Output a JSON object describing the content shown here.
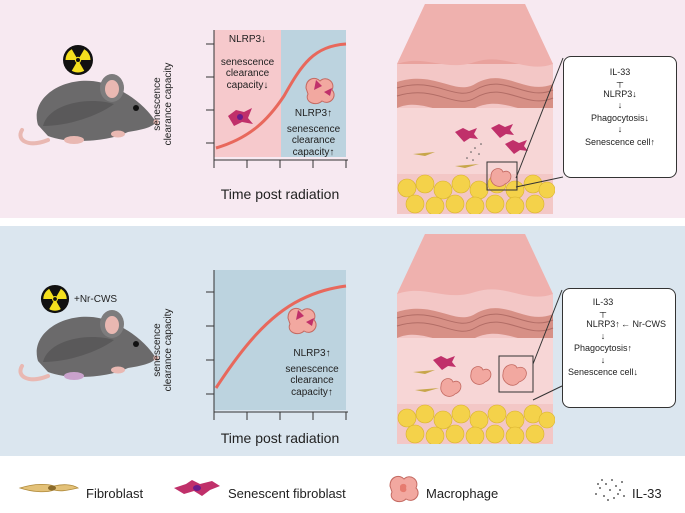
{
  "top_panel": {
    "radiation_icon": "radiation-symbol-icon",
    "chart": {
      "ylabel_line1": "senescence",
      "ylabel_line2": "clearance capacity",
      "xlabel": "Time post radiation",
      "shaded_left_text": {
        "line1": "NLRP3↓",
        "line2": "senescence",
        "line3": "clearance",
        "line4": "capacity↓"
      },
      "shaded_right_text": {
        "line1": "NLRP3↑",
        "line2": "senescence",
        "line3": "clearance",
        "line4": "capacity↑"
      }
    },
    "pathway": [
      "IL-33",
      "NLRP3↓",
      "Phagocytosis↓",
      "Senescence cell↑"
    ]
  },
  "bottom_panel": {
    "treatment_label": "+Nr-CWS",
    "chart": {
      "ylabel_line1": "senescence",
      "ylabel_line2": "clearance capacity",
      "xlabel": "Time post radiation",
      "shaded_text": {
        "line1": "NLRP3↑",
        "line2": "senescence",
        "line3": "clearance",
        "line4": "capacity↑"
      }
    },
    "pathway": [
      "IL-33",
      "NLRP3↑",
      "Phagocytosis↑",
      "Senescence cell↓"
    ],
    "pathway_input": "Nr-CWS"
  },
  "legend": [
    {
      "icon": "fibroblast-icon",
      "label": "Fibroblast"
    },
    {
      "icon": "senescent-fibroblast-icon",
      "label": "Senescent fibroblast"
    },
    {
      "icon": "macrophage-icon",
      "label": "Macrophage"
    },
    {
      "icon": "il33-dots-icon",
      "label": "IL-33"
    }
  ],
  "colors": {
    "top_bg": "#f7e9f1",
    "bottom_bg": "#dbe6ef",
    "curve": "#e8685c",
    "pink_shade": "#f6c9cc",
    "blue_shade": "#bcd3df",
    "macrophage": "#f2a8a0",
    "senescent": "#c0306a"
  }
}
